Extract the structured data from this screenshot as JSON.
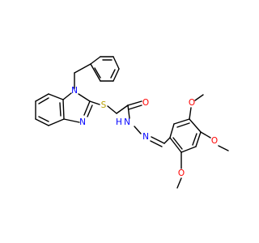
{
  "atoms": {
    "N1": {
      "symbol": "N",
      "color": "#0000ff"
    },
    "N3": {
      "symbol": "N",
      "color": "#0000ff"
    },
    "S": {
      "symbol": "S",
      "color": "#b8a000"
    },
    "O_carbonyl": {
      "symbol": "O",
      "color": "#ff0000"
    },
    "NH": {
      "symbol": "H",
      "color": "#0000ff"
    },
    "NH_N": {
      "symbol": "N",
      "color": "#0000ff"
    },
    "N_imine": {
      "symbol": "N",
      "color": "#0000ff"
    },
    "O_top": {
      "symbol": "O",
      "color": "#ff0000"
    },
    "O_mid": {
      "symbol": "O",
      "color": "#ff0000"
    },
    "O_bot": {
      "symbol": "O",
      "color": "#ff0000"
    }
  },
  "colors": {
    "bond": "#000000",
    "background": "#ffffff"
  }
}
